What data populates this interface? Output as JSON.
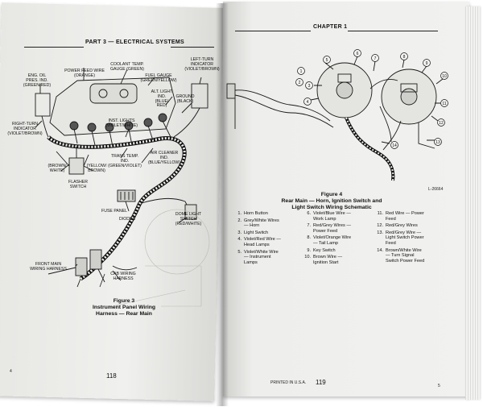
{
  "left_page": {
    "header": "PART 3 — ELECTRICAL SYSTEMS",
    "labels": {
      "left_turn_indicator": "LEFT-TURN\nINDICATOR\n(VIOLET/BROWN)",
      "coolant_temp": "COOLANT TEMP.\nGAUGE (GREEN)",
      "power_feed": "POWER FEED WIRE\n(ORANGE)",
      "eng_oil": "ENG. OIL\nPRES. IND.\n(GREEN/RED)",
      "fuel_gauge": "FUEL GAUGE\n(GREEN/YELLOW)",
      "alt_light": "ALT. LIGHT\nIND.\n(BLUE/\nRED)",
      "ground": "GROUND\n(BLACK)",
      "right_turn_indicator": "RIGHT-TURN\nINDICATOR\n(VIOLET/BROWN)",
      "inst_lights": "INST. LIGHTS\n(VIOLET/WHITE)",
      "trans_temp": "TRANS TEMP.\nIND.\n(GREEN/VIOLET)",
      "air_cleaner": "AIR CLEANER\nIND.\n(BLUE/YELLOW)",
      "brown_white": "(BROWN/\nWHITE)",
      "yellow_brown": "(YELLOW/\nBROWN)",
      "flasher": "FLASHER\nSWITCH",
      "fuse_panel": "FUSE PANEL",
      "diodes": "DIODES",
      "dome_light": "DOME LIGHT\nSWITCH\n(RED/WHITE)",
      "front_main": "FRONT MAIN\nWIRING HARNESS",
      "cab_wiring": "CAB WIRING\nHARNESS"
    },
    "caption": "Figure 3\nInstrument Panel Wiring\nHarness — Rear Main",
    "corner_number": "4",
    "page_number": "118"
  },
  "right_page": {
    "header": "CHAPTER 1",
    "figure_code": "L-26664",
    "callouts": [
      "1",
      "2",
      "3",
      "4",
      "5",
      "6",
      "7",
      "8",
      "9",
      "10",
      "11",
      "12",
      "13",
      "14"
    ],
    "caption": "Figure 4\nRear Main — Horn, Ignition Switch and\nLight Switch Wiring Schematic",
    "legend": [
      {
        "n": "1.",
        "t": "Horn Button"
      },
      {
        "n": "2.",
        "t": "Grey/White Wires\n— Horn"
      },
      {
        "n": "3.",
        "t": "Light Switch"
      },
      {
        "n": "4.",
        "t": "Violet/Red Wire —\nHead Lamps"
      },
      {
        "n": "5.",
        "t": "Violet/White Wire\n— Instrument\nLamps"
      },
      {
        "n": "6.",
        "t": "Violet/Blue Wire —\nWork Lamp"
      },
      {
        "n": "7.",
        "t": "Red/Grey Wires —\nPower Feed"
      },
      {
        "n": "8.",
        "t": "Violet/Orange Wire\n— Tail Lamp"
      },
      {
        "n": "9.",
        "t": "Key Switch"
      },
      {
        "n": "10.",
        "t": "Brown Wire —\nIgnition Start"
      },
      {
        "n": "11.",
        "t": "Red Wire — Power\nFeed"
      },
      {
        "n": "12.",
        "t": "Red/Grey Wires"
      },
      {
        "n": "13.",
        "t": "Red/Grey Wire —\nLight Switch Power\nFeed"
      },
      {
        "n": "14.",
        "t": "Brown/White Wire\n— Turn Signal\nSwitch Power Feed"
      }
    ],
    "footer_text": "PRINTED IN U.S.A.",
    "page_number": "119",
    "corner_number": "5"
  }
}
